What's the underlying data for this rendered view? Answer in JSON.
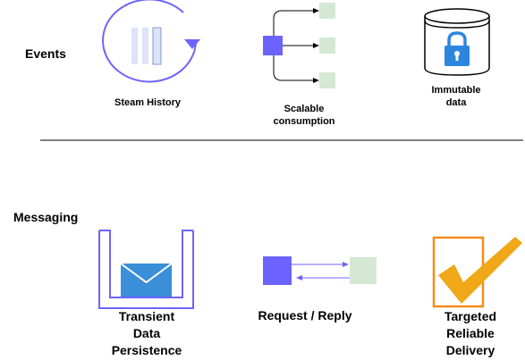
{
  "sections": {
    "events": {
      "label": "Events"
    },
    "messaging": {
      "label": "Messaging"
    }
  },
  "events": {
    "stream_history": {
      "label": "Steam History",
      "icon": "stream-history-icon"
    },
    "scalable_consumption": {
      "label_lines": [
        "Scalable",
        "consumption"
      ],
      "icon": "fan-out-icon"
    },
    "immutable_data": {
      "label_lines": [
        "Immutable",
        "data"
      ],
      "icon": "locked-database-icon"
    }
  },
  "messaging": {
    "transient_persistence": {
      "label_lines": [
        "Transient",
        "Data",
        "Persistence"
      ],
      "icon": "envelope-in-bucket-icon"
    },
    "request_reply": {
      "label": "Request / Reply",
      "icon": "request-reply-icon"
    },
    "targeted_delivery": {
      "label_lines": [
        "Targeted",
        "Reliable",
        "Delivery"
      ],
      "icon": "checkmark-icon"
    }
  },
  "colors": {
    "accent_purple": "#6c63ff",
    "light_purple": "#dde3f8",
    "light_green": "#d5e8d4",
    "lock_blue": "#2c86e0",
    "envelope_blue": "#3a8fd8",
    "check_orange": "#f0a818",
    "check_border": "#f28c1c"
  }
}
